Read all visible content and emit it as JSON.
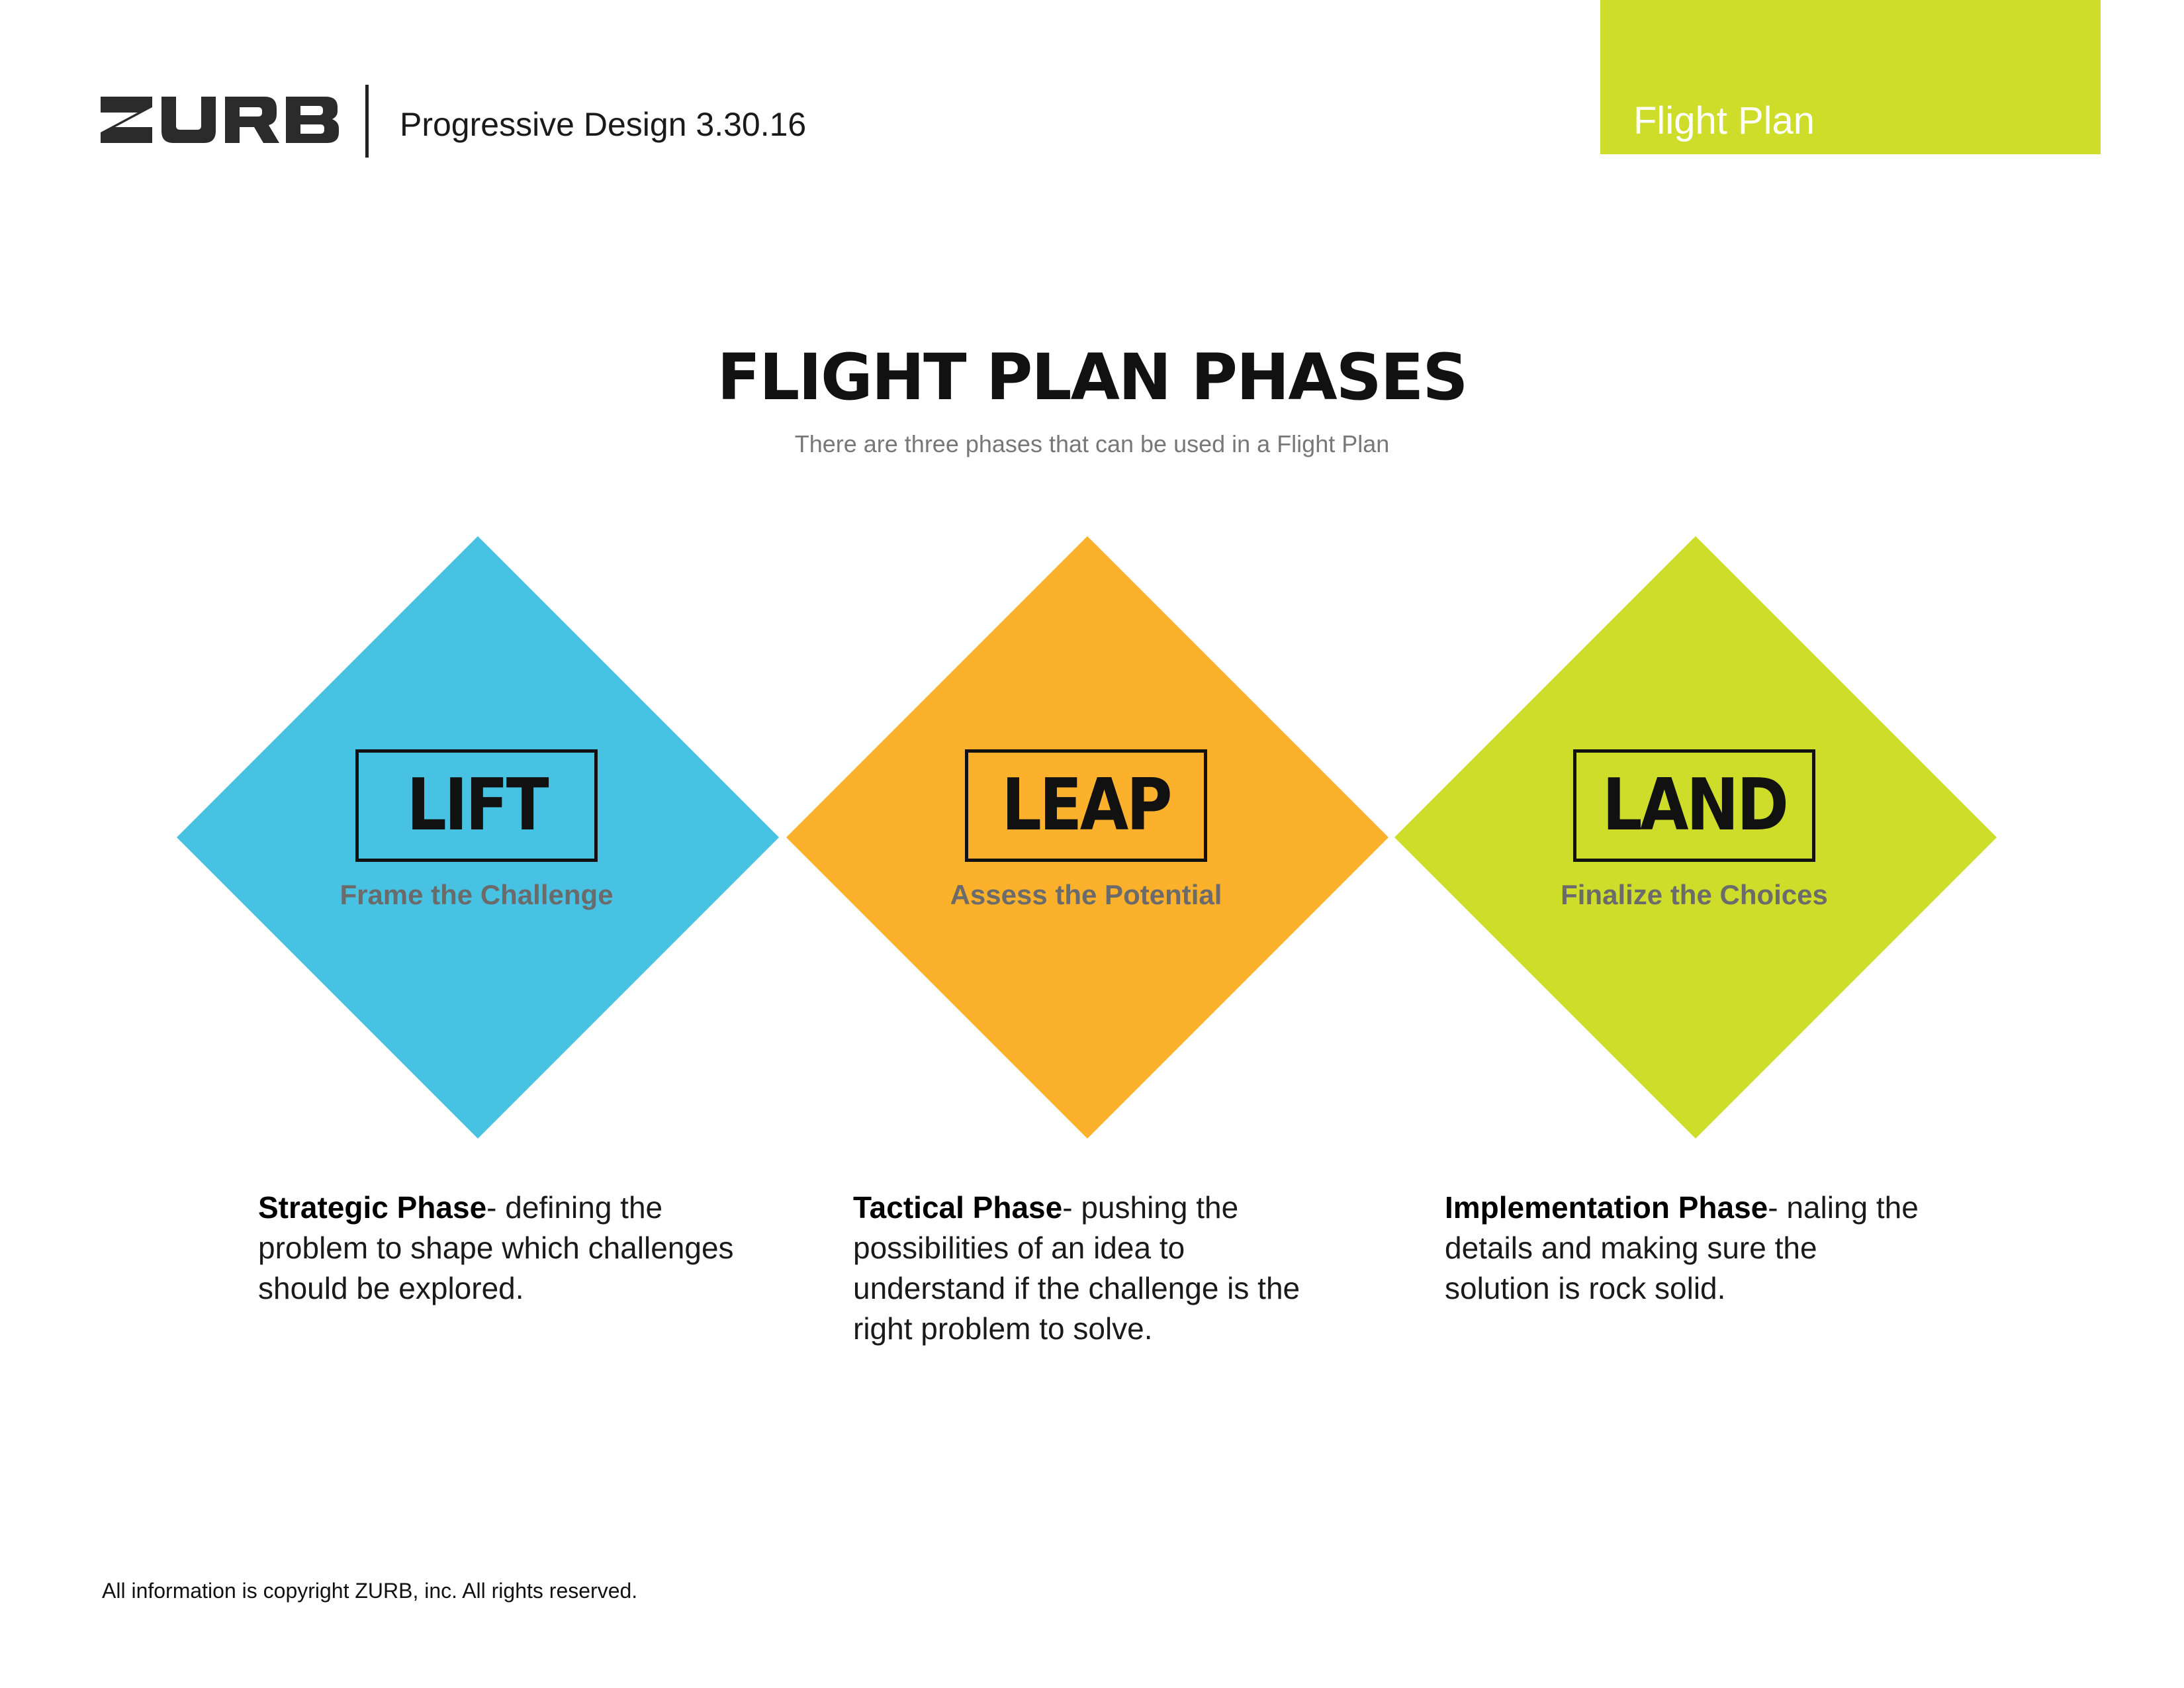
{
  "header": {
    "logo_text": "ZURB",
    "subtitle": "Progressive Design 3.30.16",
    "tab_label": "Flight Plan"
  },
  "title": "FLIGHT PLAN PHASES",
  "subtitle": "There are three phases that can be used in a Flight Plan",
  "phases": [
    {
      "name": "LIFT",
      "tagline": "Frame the Challenge",
      "color": "#48c2e2",
      "phase_label": "Strategic Phase",
      "description": "- defining the problem to shape which challenges should be explored."
    },
    {
      "name": "LEAP",
      "tagline": "Assess the Potential",
      "color": "#fbb12b",
      "phase_label": "Tactical Phase",
      "description": "- pushing the possibilities of an idea to understand if the challenge is the right problem to solve."
    },
    {
      "name": "LAND",
      "tagline": "Finalize the Choices",
      "color": "#cddd29",
      "phase_label": "Implementation Phase",
      "description": "- naling the details and making sure the solution is rock solid."
    }
  ],
  "footer": "All information is copyright ZURB, inc.  All rights reserved."
}
